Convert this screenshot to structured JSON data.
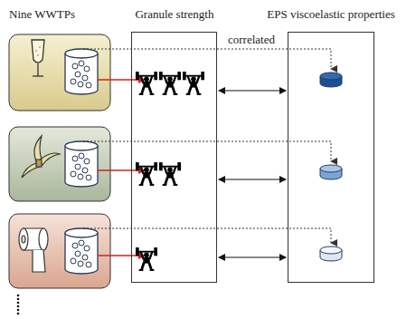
{
  "diagram": {
    "nodes": [
      {
        "text": [
          "Granule strength"
        ]
      },
      {
        "text": [
          "EPS viscoelastic properties"
        ]
      }
    ],
    "edges": [
      {
        "from": 0,
        "to": 1,
        "arrow": "both"
      },
      {
        "from": 0,
        "to": 1,
        "arrow": "both"
      },
      {
        "from": 0,
        "to": 1,
        "arrow": "both"
      }
    ],
    "labels": [
      "Nine WWTPs",
      "correlated"
    ]
  }
}
